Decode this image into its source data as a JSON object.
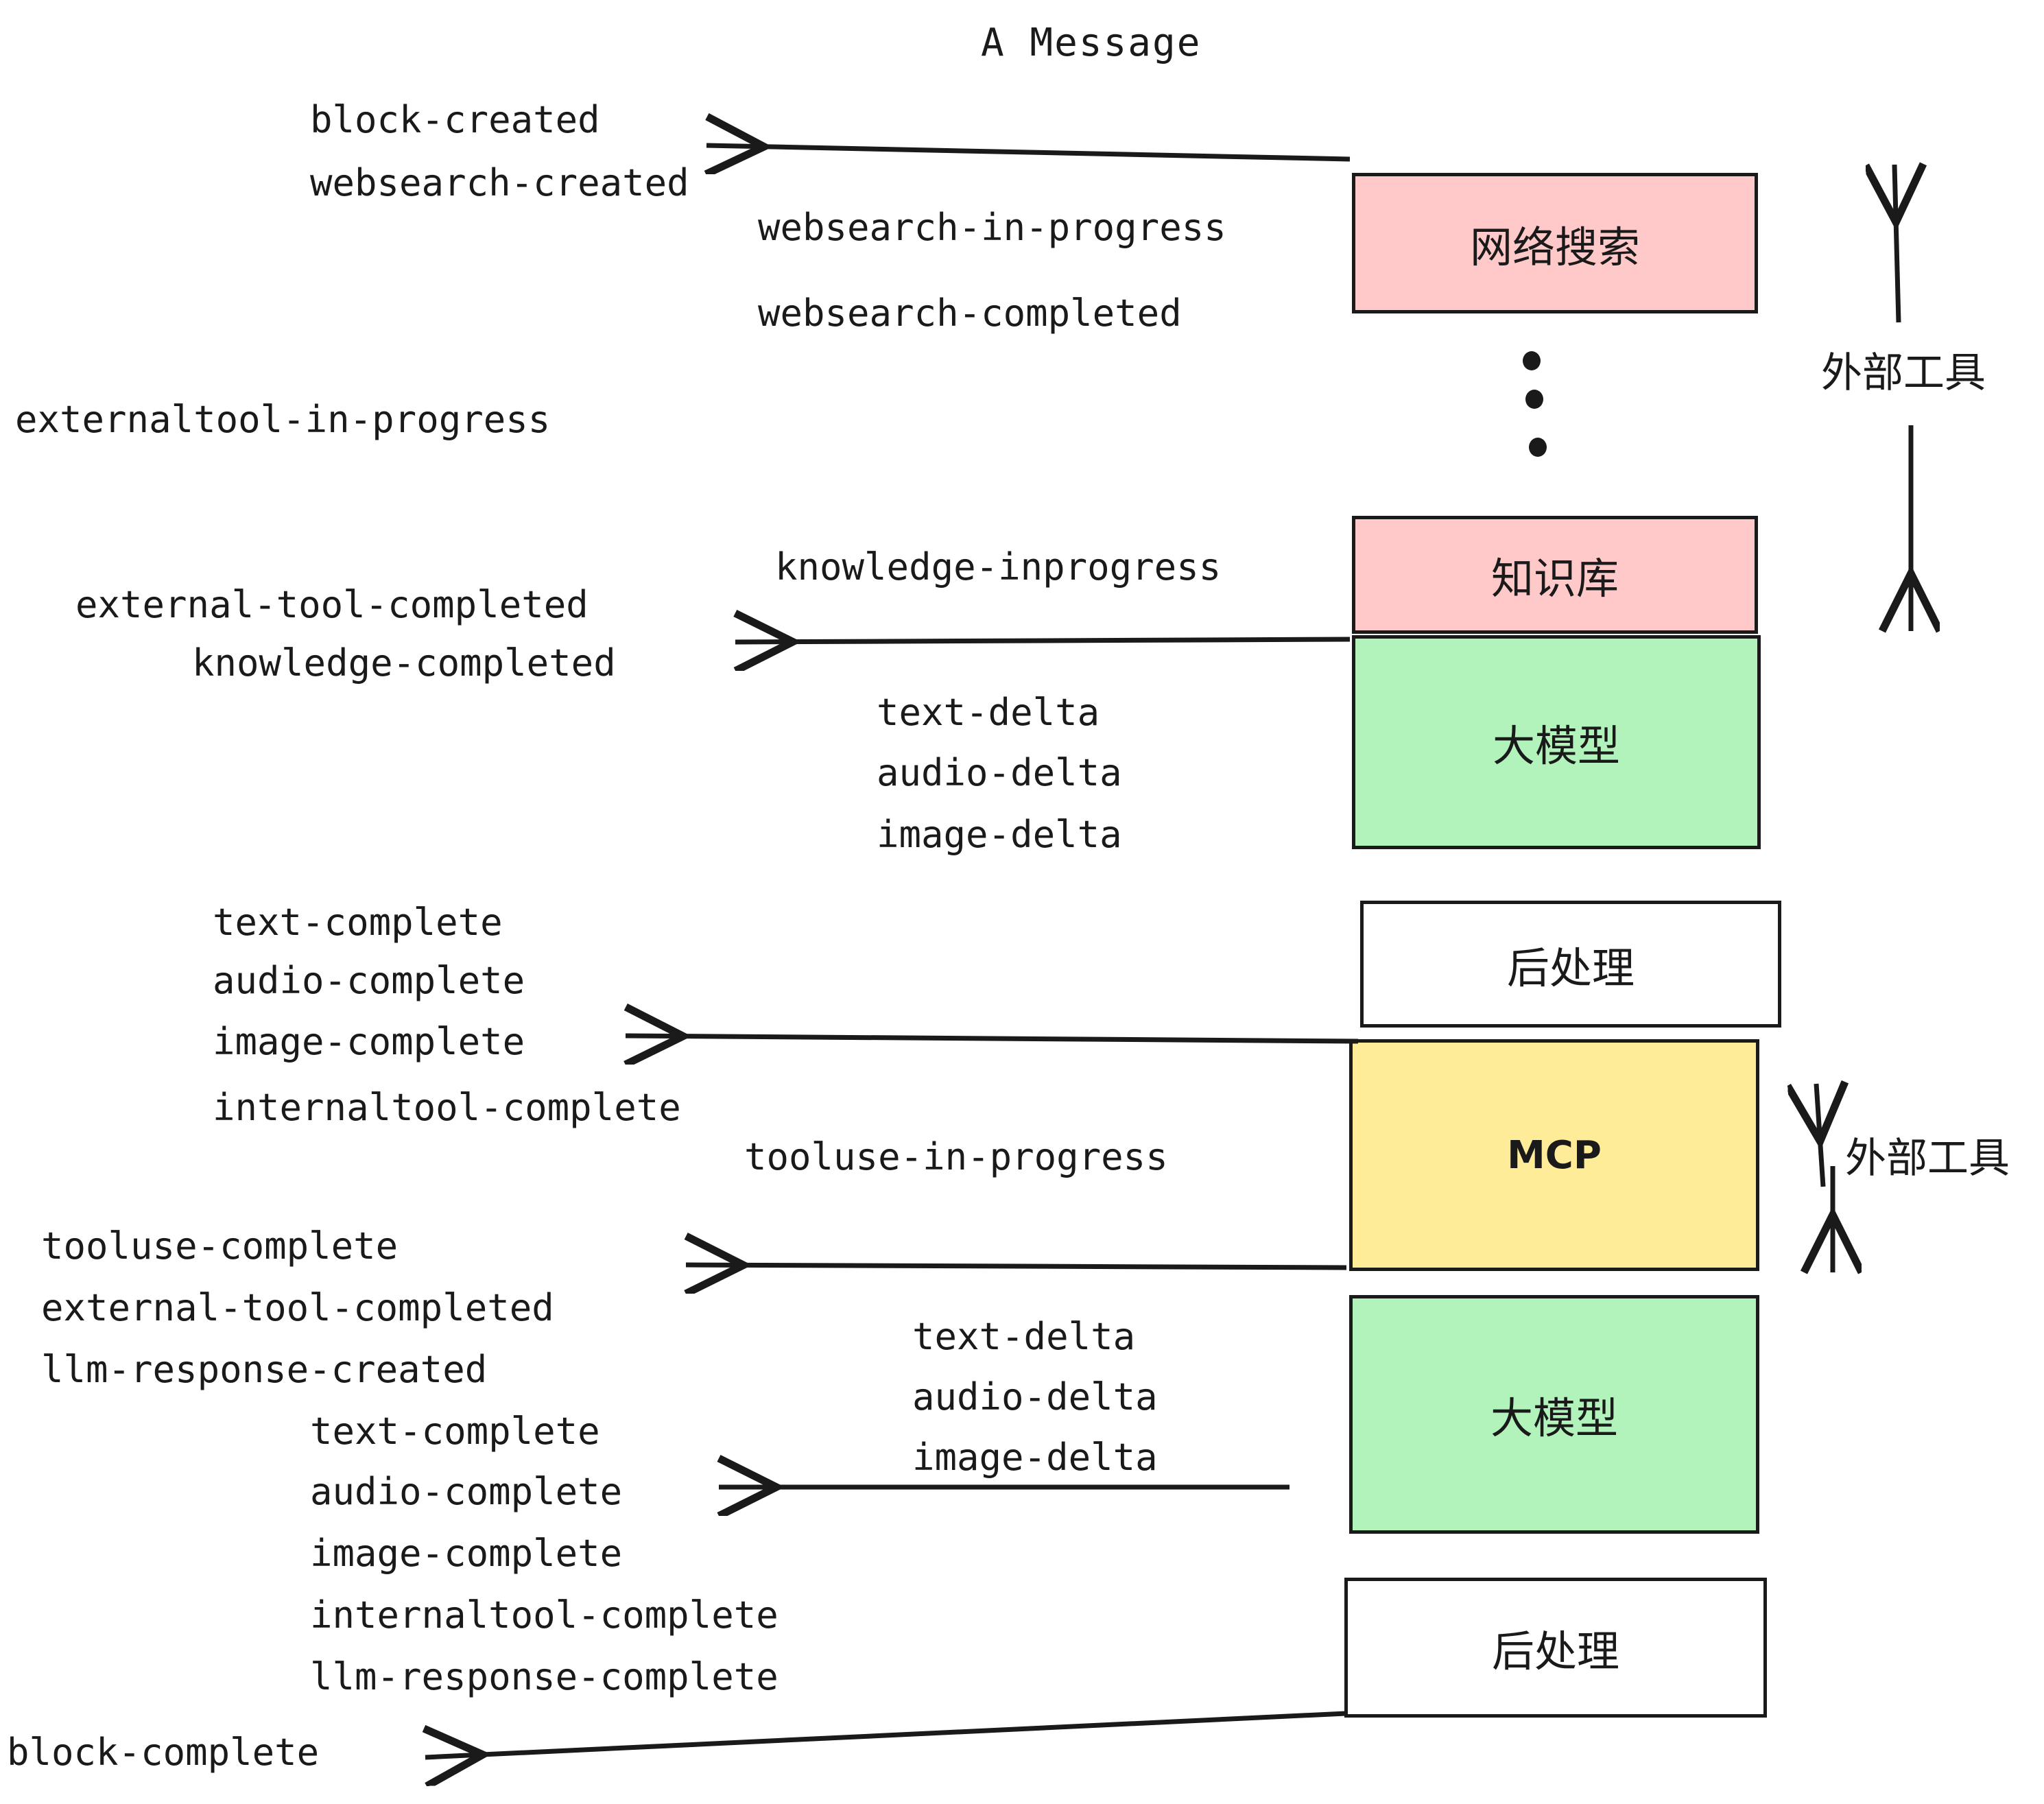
{
  "title": "A Message",
  "colors": {
    "pink": "#FFC9C9",
    "green": "#B2F2BB",
    "yellow": "#FFEC99",
    "white": "#FFFFFF",
    "stroke": "#1A1A1A"
  },
  "boxes": [
    {
      "id": "websearch",
      "label": "网络搜索",
      "fill": "#FFC9C9"
    },
    {
      "id": "knowledge",
      "label": "知识库",
      "fill": "#FFC9C9"
    },
    {
      "id": "llm-top",
      "label": "大模型",
      "fill": "#B2F2BB"
    },
    {
      "id": "postprocess-top",
      "label": "后处理",
      "fill": "#FFFFFF"
    },
    {
      "id": "mcp",
      "label": "MCP",
      "fill": "#FFEC99"
    },
    {
      "id": "llm-bottom",
      "label": "大模型",
      "fill": "#B2F2BB"
    },
    {
      "id": "postprocess-bottom",
      "label": "后处理",
      "fill": "#FFFFFF"
    }
  ],
  "side_labels": [
    {
      "id": "external-tool-top",
      "text": "外部工具"
    },
    {
      "id": "external-tool-bottom",
      "text": "外部工具"
    }
  ],
  "events": [
    {
      "id": "block-created",
      "text": "block-created"
    },
    {
      "id": "websearch-created",
      "text": "websearch-created"
    },
    {
      "id": "websearch-in-progress",
      "text": "websearch-in-progress"
    },
    {
      "id": "websearch-completed",
      "text": "websearch-completed"
    },
    {
      "id": "externaltool-in-progress",
      "text": "externaltool-in-progress"
    },
    {
      "id": "knowledge-inprogress",
      "text": "knowledge-inprogress"
    },
    {
      "id": "external-tool-completed-1",
      "text": "external-tool-completed"
    },
    {
      "id": "knowledge-completed",
      "text": "knowledge-completed"
    },
    {
      "id": "text-delta-1",
      "text": "text-delta"
    },
    {
      "id": "audio-delta-1",
      "text": "audio-delta"
    },
    {
      "id": "image-delta-1",
      "text": "image-delta"
    },
    {
      "id": "text-complete-1",
      "text": "text-complete"
    },
    {
      "id": "audio-complete-1",
      "text": "audio-complete"
    },
    {
      "id": "image-complete-1",
      "text": "image-complete"
    },
    {
      "id": "internaltool-complete-1",
      "text": "internaltool-complete"
    },
    {
      "id": "tooluse-in-progress",
      "text": "tooluse-in-progress"
    },
    {
      "id": "tooluse-complete",
      "text": "tooluse-complete"
    },
    {
      "id": "external-tool-completed-2",
      "text": "external-tool-completed"
    },
    {
      "id": "llm-response-created",
      "text": "llm-response-created"
    },
    {
      "id": "text-delta-2",
      "text": "text-delta"
    },
    {
      "id": "audio-delta-2",
      "text": "audio-delta"
    },
    {
      "id": "image-delta-2",
      "text": "image-delta"
    },
    {
      "id": "text-complete-2",
      "text": "text-complete"
    },
    {
      "id": "audio-complete-2",
      "text": "audio-complete"
    },
    {
      "id": "image-complete-2",
      "text": "image-complete"
    },
    {
      "id": "internaltool-complete-2",
      "text": "internaltool-complete"
    },
    {
      "id": "llm-response-complete",
      "text": "llm-response-complete"
    },
    {
      "id": "block-complete",
      "text": "block-complete"
    }
  ]
}
